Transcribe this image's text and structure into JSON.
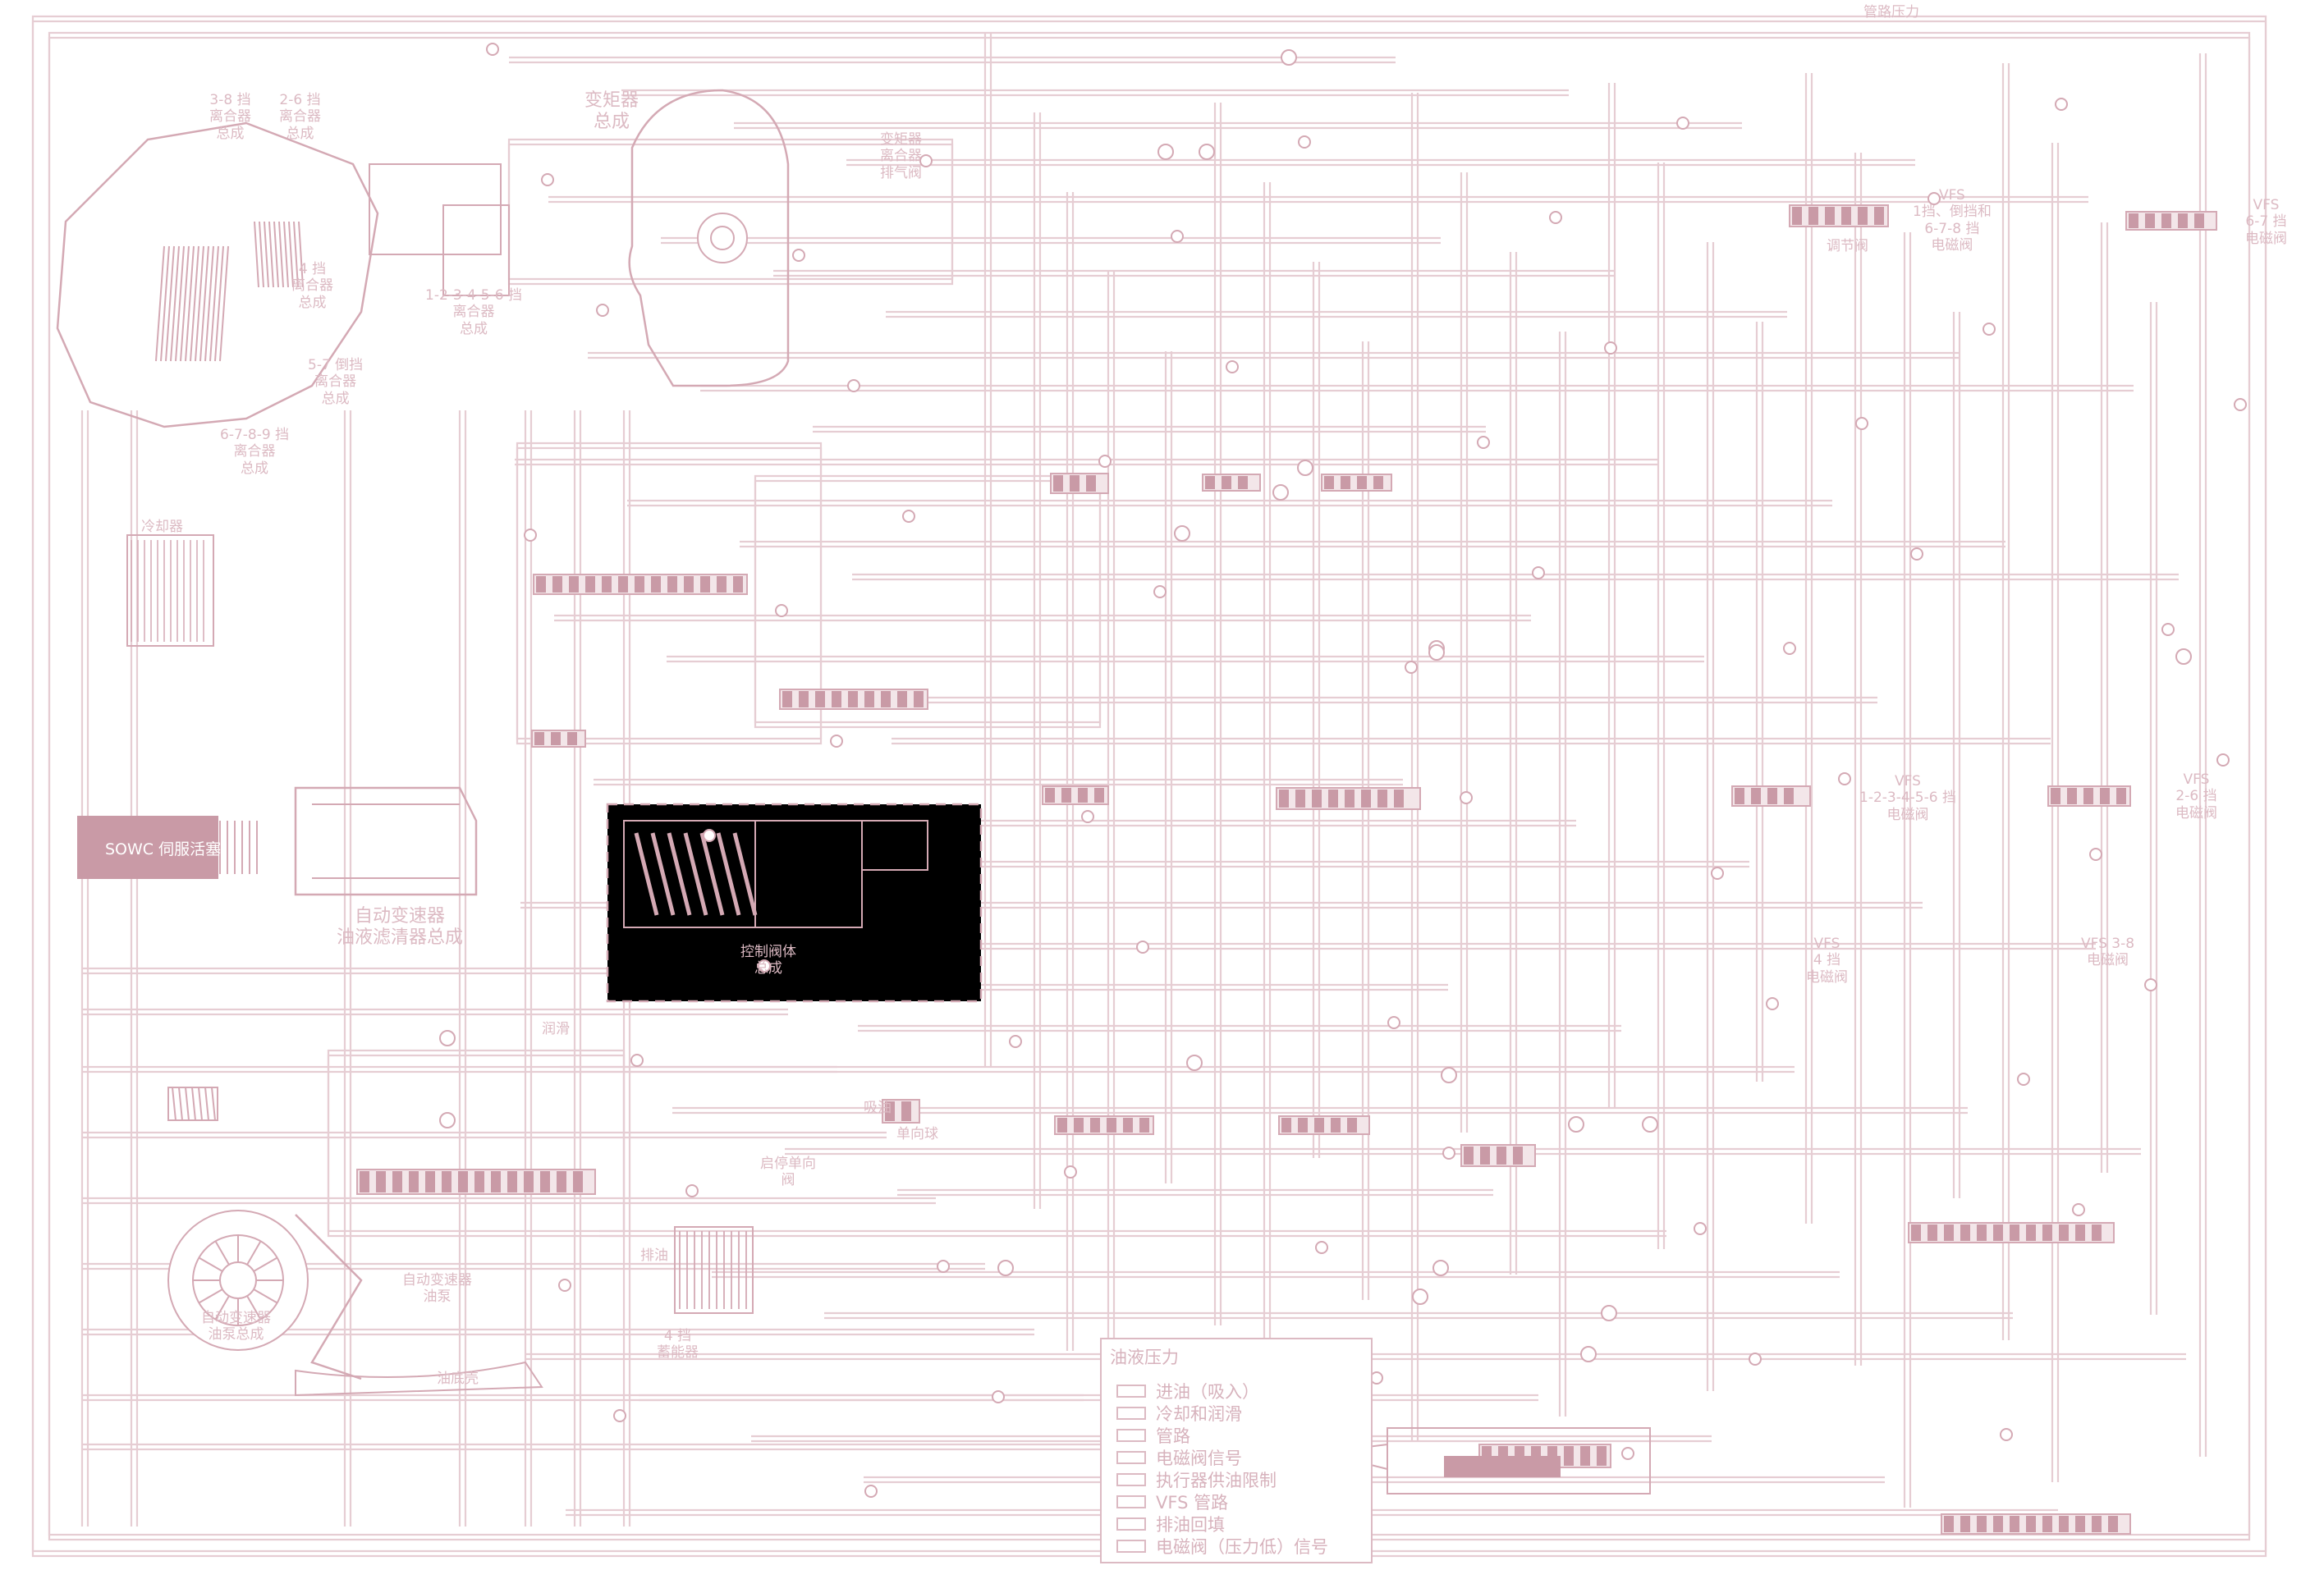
{
  "labels": {
    "clutch_38": "3-8 挡\n离合器\n总成",
    "clutch_26": "2-6 挡\n离合器\n总成",
    "clutch_4": "4 挡\n离合器\n总成",
    "clutch_57": "5-7 倒挡\n离合器\n总成",
    "clutch_6789": "6-7-8-9 挡\n离合器\n总成",
    "clutch_123456": "1-2-3-4-5-6 挡\n离合器\n总成",
    "torque_converter": "变矩器\n总成",
    "converter_clutch_valve": "变矩器\n离合器\n排气阀",
    "cooler": "冷却器",
    "sowc": "SOWC 伺服活塞",
    "filter_title": "自动变速器\n油液滤清器总成",
    "control_valve": "控制阀体\n总成",
    "pump_title": "自动变速器\n油泵",
    "pump_assembly": "自动变速器\n油泵总成",
    "startup_valve": "启停单向\n阀",
    "accumulator_4": "4 挡\n蓄能器",
    "oil_pan": "油底壳",
    "regulator_valve": "调节阀",
    "vfs_1": "VFS\n1挡、倒挡和\n6-7-8 挡\n电磁阀",
    "vfs_2": "VFS\n6-7 挡\n电磁阀",
    "vfs_3": "VFS\n1-2-3-4-5-6 挡\n电磁阀",
    "vfs_4": "VFS\n2-6 挡\n电磁阀",
    "vfs_5": "VFS\n4 挡\n电磁阀",
    "vfs_6": "VFS 3-8\n电磁阀",
    "line_pressure": "管路压力",
    "suction": "吸油",
    "lube": "润滑",
    "check_ball": "单向球",
    "exhaust": "排油"
  },
  "legend": {
    "title": "油液压力",
    "items": [
      "进油（吸入）",
      "冷却和润滑",
      "管路",
      "电磁阀信号",
      "执行器供油限制",
      "VFS 管路",
      "排油回填",
      "电磁阀（压力低）信号"
    ]
  },
  "colors": {
    "line": "#e6cdd3",
    "component": "#d4a9b4",
    "dark_component": "#c99aa6",
    "background": "#ffffff"
  }
}
